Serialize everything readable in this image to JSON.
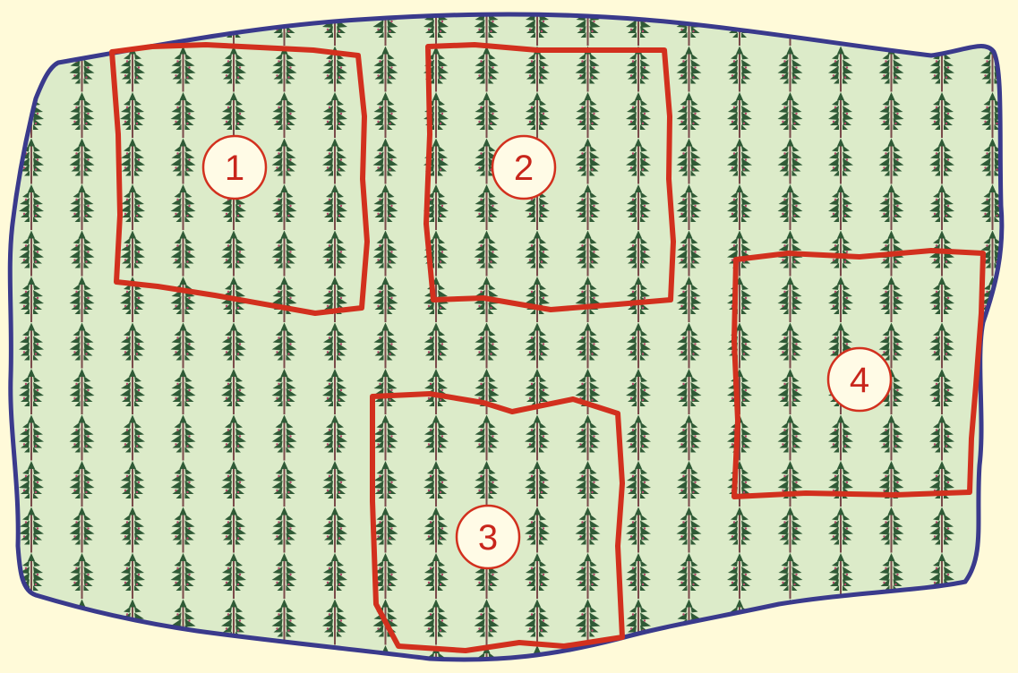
{
  "plots": [
    {
      "id": "plot-1",
      "label": "1"
    },
    {
      "id": "plot-2",
      "label": "2"
    },
    {
      "id": "plot-3",
      "label": "3"
    },
    {
      "id": "plot-4",
      "label": "4"
    }
  ],
  "colors": {
    "background": "#fffad9",
    "field_fill": "#dcebc9",
    "field_border": "#3a3a8c",
    "plot_outline": "#d2301e",
    "label_text": "#c8261c",
    "label_circle_fill": "#fffbe6",
    "tree_foliage": "#2f5a36",
    "tree_trunk": "#7a4a4a"
  },
  "icons": {
    "tree": "conifer-tree-icon"
  }
}
